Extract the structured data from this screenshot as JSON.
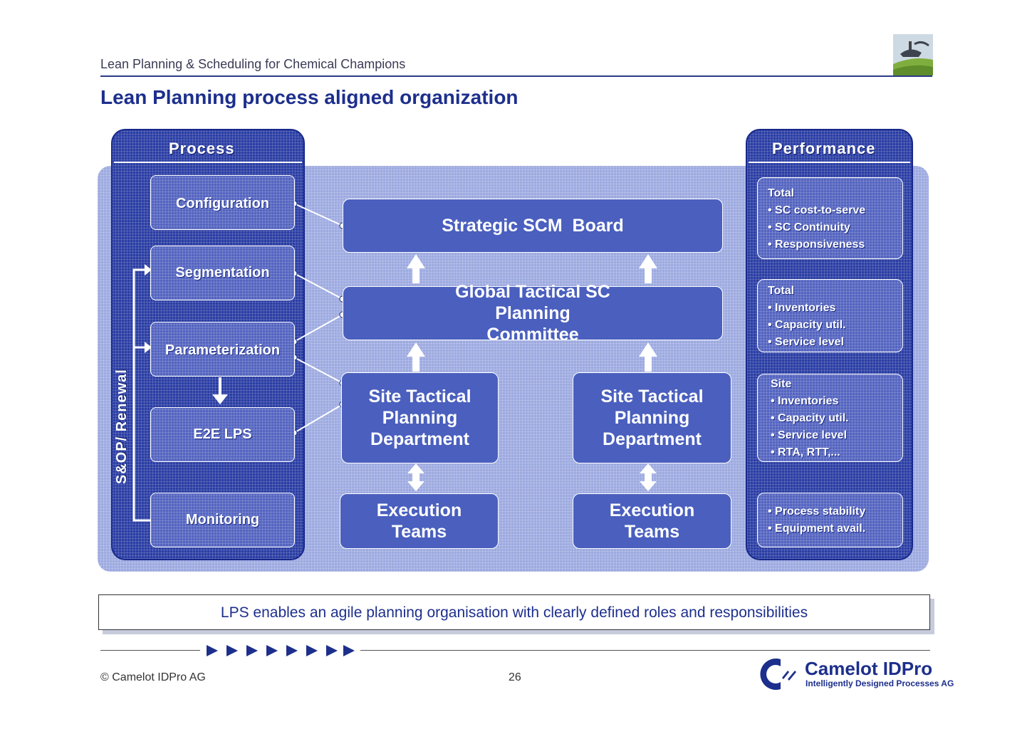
{
  "header": {
    "subtitle": "Lean Planning & Scheduling for Chemical Champions",
    "title": "Lean Planning process aligned organization"
  },
  "process": {
    "title": "Process",
    "vertical_label": "S&OP/ Renewal",
    "steps": [
      "Configuration",
      "Segmentation",
      "Parameterization",
      "E2E LPS",
      "Monitoring"
    ]
  },
  "organization": {
    "board": "Strategic SCM  Board",
    "committee": "Global Tactical SC Planning Committee",
    "site_left": "Site Tactical Planning Department",
    "site_right": "Site Tactical Planning Department",
    "exec_left": "Execution Teams",
    "exec_right": "Execution Teams"
  },
  "performance": {
    "title": "Performance",
    "kpi_groups": [
      [
        "Total",
        "• SC cost-to-serve",
        "• SC Continuity",
        "• Responsiveness"
      ],
      [
        "Total",
        "• Inventories",
        "• Capacity util.",
        "• Service level"
      ],
      [
        "Site",
        "• Inventories",
        "• Capacity util.",
        "• Service level",
        "• RTA, RTT,..."
      ],
      [
        "• Process stability",
        "• Equipment avail."
      ]
    ]
  },
  "summary": "LPS enables an agile planning organisation with clearly defined roles and responsibilities",
  "footer": {
    "copyright": "© Camelot IDPro AG",
    "page": "26",
    "brand": "Camelot IDPro",
    "tagline": "Intelligently Designed Processes AG"
  },
  "colors": {
    "brand_blue": "#1d2f8c",
    "panel_dark": "#2b3ea4",
    "panel_light": "#9daae0",
    "box_blue": "#4a5fbe"
  }
}
